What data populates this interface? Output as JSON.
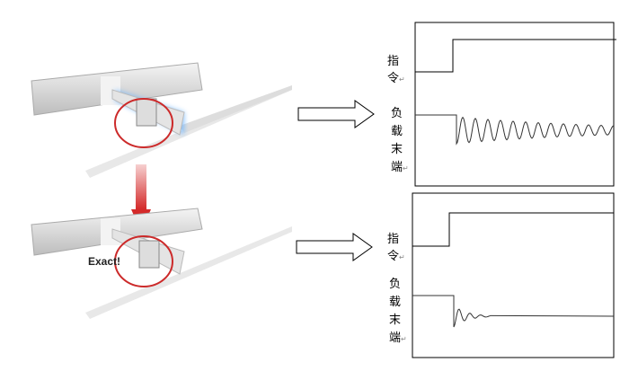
{
  "illustration": {
    "callout": "Exact!"
  },
  "plots": [
    {
      "command_label": [
        "指",
        "令"
      ],
      "load_label": [
        "负",
        "载",
        "末",
        "端"
      ],
      "load_response": "sustained-oscillation"
    },
    {
      "command_label": [
        "指",
        "令"
      ],
      "load_label": [
        "负",
        "载",
        "末",
        "端"
      ],
      "load_response": "quickly-damped"
    }
  ],
  "colors": {
    "circle": "#cc2a2a",
    "arrow": "#d43a3a",
    "glow": "#7cc0ff"
  }
}
